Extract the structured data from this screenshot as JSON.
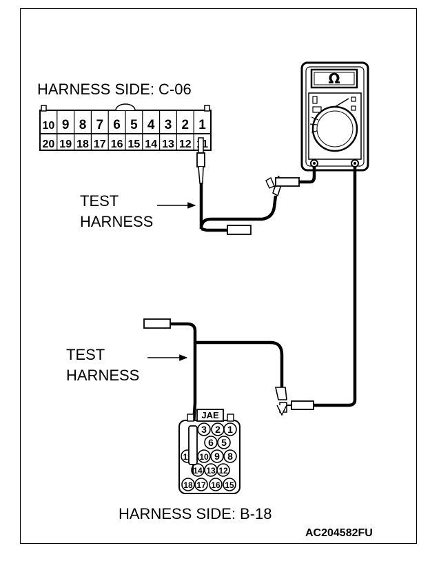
{
  "connector_c06": {
    "title": "HARNESS SIDE: C-06",
    "top_row": [
      "10",
      "9",
      "8",
      "7",
      "6",
      "5",
      "4",
      "3",
      "2",
      "1"
    ],
    "bottom_row": [
      "20",
      "19",
      "18",
      "17",
      "16",
      "15",
      "14",
      "13",
      "12",
      "11"
    ]
  },
  "connector_b18": {
    "title": "HARNESS SIDE: B-18",
    "badge": "JAE",
    "pins": [
      {
        "n": "3"
      },
      {
        "n": "2"
      },
      {
        "n": "1"
      },
      {
        "n": "6"
      },
      {
        "n": "5"
      },
      {
        "n": "11"
      },
      {
        "n": "10"
      },
      {
        "n": "9"
      },
      {
        "n": "8"
      },
      {
        "n": "14"
      },
      {
        "n": "13"
      },
      {
        "n": "12"
      },
      {
        "n": "18"
      },
      {
        "n": "17"
      },
      {
        "n": "16"
      },
      {
        "n": "15"
      }
    ]
  },
  "meter": {
    "symbol": "Ω"
  },
  "labels": {
    "test_harness_1_line1": "TEST",
    "test_harness_1_line2": "HARNESS",
    "test_harness_2_line1": "TEST",
    "test_harness_2_line2": "HARNESS"
  },
  "figure_code": "AC204582FU"
}
